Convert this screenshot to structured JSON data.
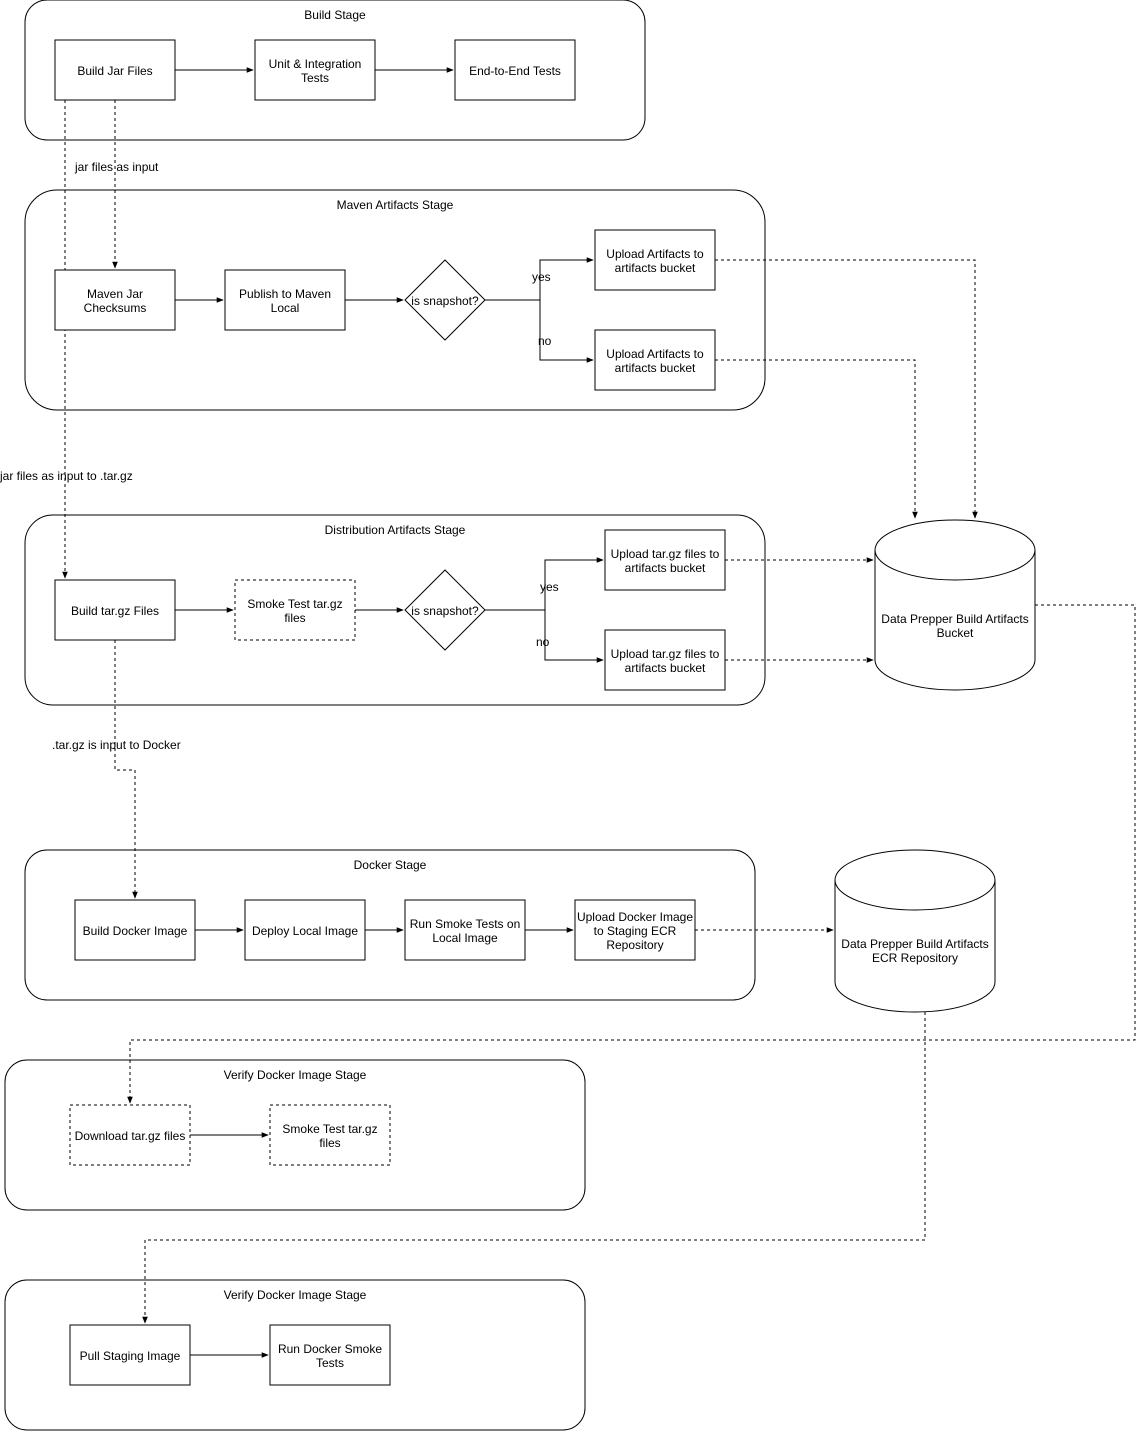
{
  "stages": {
    "build": "Build Stage",
    "maven": "Maven Artifacts Stage",
    "distribution": "Distribution Artifacts Stage",
    "docker": "Docker Stage",
    "verify1": "Verify Docker Image Stage",
    "verify2": "Verify Docker Image Stage"
  },
  "nodes": {
    "build_jar": [
      "Build Jar Files"
    ],
    "unit_tests": [
      "Unit & Integration",
      "Tests"
    ],
    "e2e_tests": [
      "End-to-End Tests"
    ],
    "maven_checksums": [
      "Maven Jar",
      "Checksums"
    ],
    "publish_maven": [
      "Publish to Maven",
      "Local"
    ],
    "maven_snapshot": [
      "is snapshot?"
    ],
    "upload_artifacts_yes": [
      "Upload Artifacts to",
      "artifacts bucket"
    ],
    "upload_artifacts_no": [
      "Upload Artifacts to",
      "artifacts bucket"
    ],
    "build_targz": [
      "Build tar.gz Files"
    ],
    "smoke_targz": [
      "Smoke Test tar.gz",
      "files"
    ],
    "dist_snapshot": [
      "is snapshot?"
    ],
    "upload_targz_yes": [
      "Upload tar.gz files to",
      "artifacts bucket"
    ],
    "upload_targz_no": [
      "Upload tar.gz files to",
      "artifacts bucket"
    ],
    "build_artifacts_bucket": [
      "Data Prepper Build Artifacts",
      "Bucket"
    ],
    "build_docker": [
      "Build Docker Image"
    ],
    "deploy_local": [
      "Deploy Local Image"
    ],
    "run_smoke_local": [
      "Run Smoke Tests on",
      "Local Image"
    ],
    "upload_docker": [
      "Upload Docker Image",
      "to Staging ECR",
      "Repository"
    ],
    "ecr_repo": [
      "Data Prepper Build Artifacts",
      "ECR Repository"
    ],
    "download_targz": [
      "Download tar.gz files"
    ],
    "smoke_targz_2": [
      "Smoke Test tar.gz",
      "files"
    ],
    "pull_staging": [
      "Pull Staging Image"
    ],
    "run_docker_smoke": [
      "Run Docker Smoke",
      "Tests"
    ]
  },
  "edge_labels": {
    "jar_input": "jar files as input",
    "jar_input_targz": "jar files as input to .tar.gz",
    "maven_yes": "yes",
    "maven_no": "no",
    "dist_yes": "yes",
    "dist_no": "no",
    "targz_docker": ".tar.gz is input to Docker"
  }
}
